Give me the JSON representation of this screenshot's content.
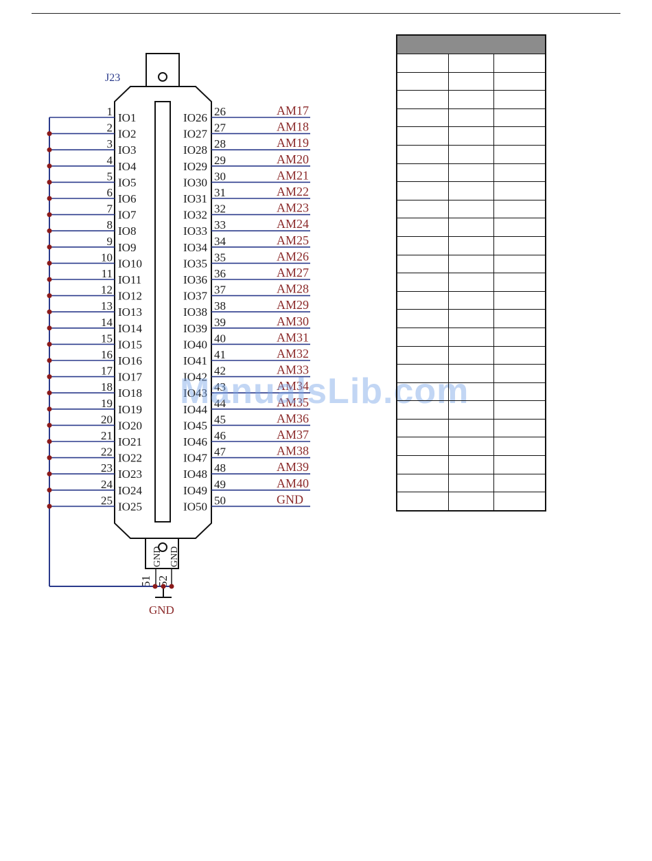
{
  "connector": {
    "ref": "J23",
    "left_pins": [
      {
        "num": "1",
        "label": "IO1"
      },
      {
        "num": "2",
        "label": "IO2"
      },
      {
        "num": "3",
        "label": "IO3"
      },
      {
        "num": "4",
        "label": "IO4"
      },
      {
        "num": "5",
        "label": "IO5"
      },
      {
        "num": "6",
        "label": "IO6"
      },
      {
        "num": "7",
        "label": "IO7"
      },
      {
        "num": "8",
        "label": "IO8"
      },
      {
        "num": "9",
        "label": "IO9"
      },
      {
        "num": "10",
        "label": "IO10"
      },
      {
        "num": "11",
        "label": "IO11"
      },
      {
        "num": "12",
        "label": "IO12"
      },
      {
        "num": "13",
        "label": "IO13"
      },
      {
        "num": "14",
        "label": "IO14"
      },
      {
        "num": "15",
        "label": "IO15"
      },
      {
        "num": "16",
        "label": "IO16"
      },
      {
        "num": "17",
        "label": "IO17"
      },
      {
        "num": "18",
        "label": "IO18"
      },
      {
        "num": "19",
        "label": "IO19"
      },
      {
        "num": "20",
        "label": "IO20"
      },
      {
        "num": "21",
        "label": "IO21"
      },
      {
        "num": "22",
        "label": "IO22"
      },
      {
        "num": "23",
        "label": "IO23"
      },
      {
        "num": "24",
        "label": "IO24"
      },
      {
        "num": "25",
        "label": "IO25"
      }
    ],
    "right_pins": [
      {
        "num": "26",
        "label": "IO26",
        "net": "AM17"
      },
      {
        "num": "27",
        "label": "IO27",
        "net": "AM18"
      },
      {
        "num": "28",
        "label": "IO28",
        "net": "AM19"
      },
      {
        "num": "29",
        "label": "IO29",
        "net": "AM20"
      },
      {
        "num": "30",
        "label": "IO30",
        "net": "AM21"
      },
      {
        "num": "31",
        "label": "IO31",
        "net": "AM22"
      },
      {
        "num": "32",
        "label": "IO32",
        "net": "AM23"
      },
      {
        "num": "33",
        "label": "IO33",
        "net": "AM24"
      },
      {
        "num": "34",
        "label": "IO34",
        "net": "AM25"
      },
      {
        "num": "35",
        "label": "IO35",
        "net": "AM26"
      },
      {
        "num": "36",
        "label": "IO36",
        "net": "AM27"
      },
      {
        "num": "37",
        "label": "IO37",
        "net": "AM28"
      },
      {
        "num": "38",
        "label": "IO38",
        "net": "AM29"
      },
      {
        "num": "39",
        "label": "IO39",
        "net": "AM30"
      },
      {
        "num": "40",
        "label": "IO40",
        "net": "AM31"
      },
      {
        "num": "41",
        "label": "IO41",
        "net": "AM32"
      },
      {
        "num": "42",
        "label": "IO42",
        "net": "AM33"
      },
      {
        "num": "43",
        "label": "IO43",
        "net": "AM34"
      },
      {
        "num": "44",
        "label": "IO44",
        "net": "AM35"
      },
      {
        "num": "45",
        "label": "IO45",
        "net": "AM36"
      },
      {
        "num": "46",
        "label": "IO46",
        "net": "AM37"
      },
      {
        "num": "47",
        "label": "IO47",
        "net": "AM38"
      },
      {
        "num": "48",
        "label": "IO48",
        "net": "AM39"
      },
      {
        "num": "49",
        "label": "IO49",
        "net": "AM40"
      },
      {
        "num": "50",
        "label": "IO50",
        "net": "GND"
      }
    ],
    "shield_pins": [
      {
        "num": "51",
        "label": "GND"
      },
      {
        "num": "52",
        "label": "GND"
      }
    ],
    "ground_label": "GND"
  },
  "watermark": "ManualsLib.com",
  "table": {
    "rows": 25,
    "cols": 3
  }
}
